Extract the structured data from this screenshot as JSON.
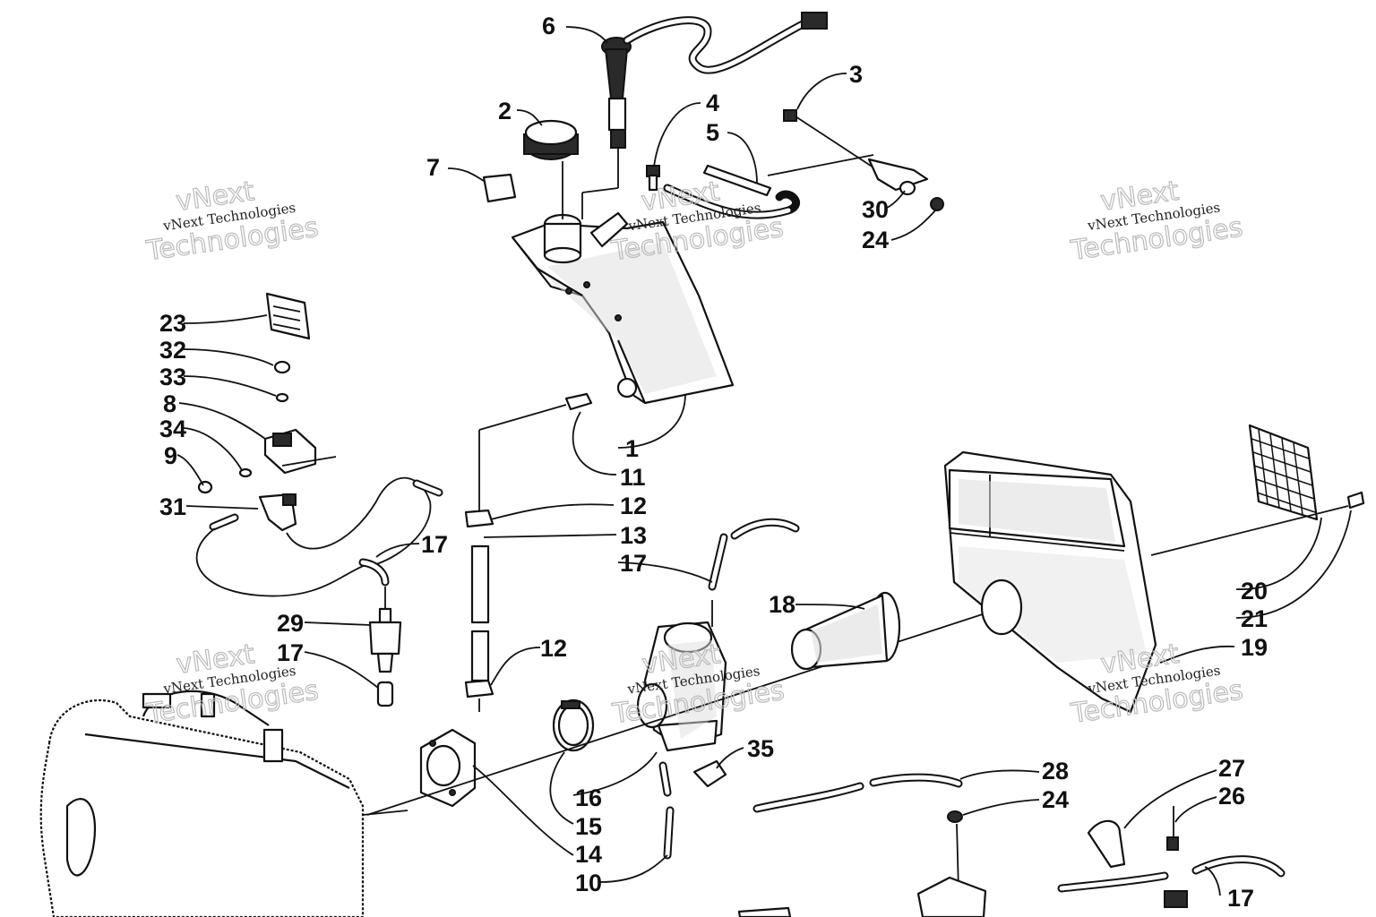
{
  "diagram": {
    "callouts": [
      "1",
      "2",
      "3",
      "4",
      "5",
      "6",
      "7",
      "8",
      "9",
      "10",
      "11",
      "12",
      "12",
      "13",
      "14",
      "15",
      "16",
      "17",
      "17",
      "17",
      "17",
      "18",
      "19",
      "20",
      "21",
      "23",
      "24",
      "24",
      "26",
      "27",
      "28",
      "29",
      "30",
      "31",
      "32",
      "33",
      "34",
      "35"
    ],
    "labels": {
      "n1": "1",
      "n2": "2",
      "n3": "3",
      "n4": "4",
      "n5": "5",
      "n6": "6",
      "n7": "7",
      "n8": "8",
      "n9": "9",
      "n10": "10",
      "n11": "11",
      "n12a": "12",
      "n12b": "12",
      "n13": "13",
      "n14": "14",
      "n15": "15",
      "n16": "16",
      "n17a": "17",
      "n17b": "17",
      "n17c": "17",
      "n17d": "17",
      "n18": "18",
      "n19": "19",
      "n20": "20",
      "n21": "21",
      "n23": "23",
      "n24a": "24",
      "n24b": "24",
      "n26": "26",
      "n27": "27",
      "n28": "28",
      "n29": "29",
      "n30": "30",
      "n31": "31",
      "n32": "32",
      "n33": "33",
      "n34": "34",
      "n35": "35"
    }
  },
  "watermark": {
    "line1": "vNext Technologies",
    "line2": "Technologies",
    "line3": "vNext"
  }
}
